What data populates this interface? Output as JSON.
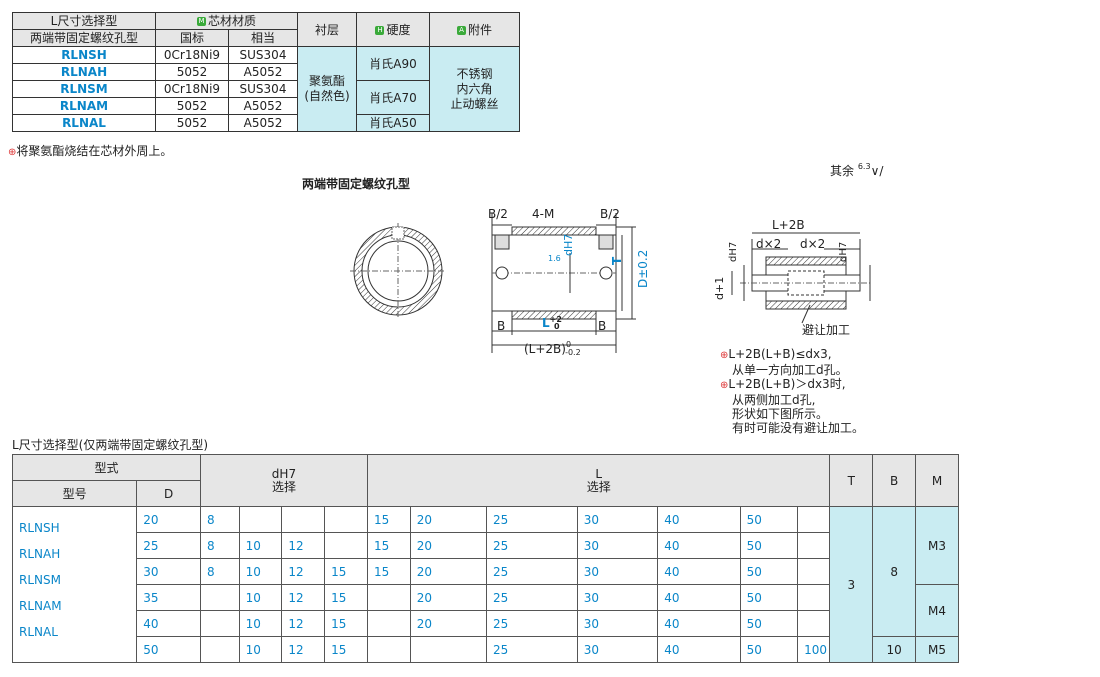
{
  "material_table": {
    "header": {
      "type_col": "L尺寸选择型",
      "type_sub": "两端带固定螺纹孔型",
      "core": "芯材材质",
      "core_tag": "M",
      "core_gb": "国标",
      "core_eq": "相当",
      "liner": "衬层",
      "hardness": "硬度",
      "hardness_tag": "H",
      "accessory": "附件",
      "accessory_tag": "A"
    },
    "rows": [
      {
        "model": "RLNSH",
        "gb": "0Cr18Ni9",
        "eq": "SUS304"
      },
      {
        "model": "RLNAH",
        "gb": "5052",
        "eq": "A5052"
      },
      {
        "model": "RLNSM",
        "gb": "0Cr18Ni9",
        "eq": "SUS304"
      },
      {
        "model": "RLNAM",
        "gb": "5052",
        "eq": "A5052"
      },
      {
        "model": "RLNAL",
        "gb": "5052",
        "eq": "A5052"
      }
    ],
    "liner_value_1": "聚氨酯",
    "liner_value_2": "(自然色)",
    "hardness_values": [
      "肖氏A90",
      "肖氏A70",
      "肖氏A50"
    ],
    "accessory_lines": [
      "不锈钢",
      "内六角",
      "止动螺丝"
    ]
  },
  "note_top": "将聚氨酯烧结在芯材外周上。",
  "surface_note": "其余",
  "surface_value": "6.3",
  "drawing_title": "两端带固定螺纹孔型",
  "drawing_labels": {
    "b2_left": "B/2",
    "m4": "4-M",
    "b2_right": "B/2",
    "b_left": "B",
    "b_right": "B",
    "l": "L",
    "l_tol": "+2",
    "l_tol2": "0",
    "l2b": "(L+2B)",
    "l2b_tol_up": "0",
    "l2b_tol_down": "-0.2",
    "dh7": "dH7",
    "t": "T",
    "d_tol": "D±0.2",
    "r16": "1.6",
    "side_l2b": "L+2B",
    "dx2_l": "d×2",
    "dx2_r": "d×2",
    "dh7_l": "dH7",
    "dh7_r": "dH7",
    "d1": "d+1",
    "undercut": "避让加工"
  },
  "notes_right": [
    "L+2B(L+B)≤dx3,",
    "从单一方向加工d孔。",
    "L+2B(L+B)＞dx3时,",
    "从两侧加工d孔,",
    "形状如下图所示。",
    "有时可能没有避让加工。"
  ],
  "size_table_title": "L尺寸选择型(仅两端带固定螺纹孔型)",
  "size_table": {
    "h_type": "型式",
    "h_model": "型号",
    "h_d": "D",
    "h_dh7": "dH7",
    "h_dh7_sub": "选择",
    "h_l": "L",
    "h_l_sub": "选择",
    "h_t": "T",
    "h_b": "B",
    "h_m": "M",
    "models": [
      "RLNSH",
      "RLNAH",
      "RLNSM",
      "RLNAM",
      "RLNAL"
    ],
    "rows": [
      {
        "D": "20",
        "d": [
          "8",
          "",
          "",
          ""
        ],
        "L": [
          "15",
          "20",
          "25",
          "30",
          "40",
          "50",
          ""
        ]
      },
      {
        "D": "25",
        "d": [
          "8",
          "10",
          "12",
          ""
        ],
        "L": [
          "15",
          "20",
          "25",
          "30",
          "40",
          "50",
          ""
        ]
      },
      {
        "D": "30",
        "d": [
          "8",
          "10",
          "12",
          "15"
        ],
        "L": [
          "15",
          "20",
          "25",
          "30",
          "40",
          "50",
          ""
        ]
      },
      {
        "D": "35",
        "d": [
          "",
          "10",
          "12",
          "15"
        ],
        "L": [
          "",
          "20",
          "25",
          "30",
          "40",
          "50",
          ""
        ]
      },
      {
        "D": "40",
        "d": [
          "",
          "10",
          "12",
          "15"
        ],
        "L": [
          "",
          "20",
          "25",
          "30",
          "40",
          "50",
          ""
        ]
      },
      {
        "D": "50",
        "d": [
          "",
          "10",
          "12",
          "15"
        ],
        "L": [
          "",
          "",
          "25",
          "30",
          "40",
          "50",
          "100"
        ]
      }
    ],
    "T": "3",
    "B_1": "8",
    "B_2": "10",
    "M_1": "M3",
    "M_2": "M4",
    "M_3": "M5"
  }
}
